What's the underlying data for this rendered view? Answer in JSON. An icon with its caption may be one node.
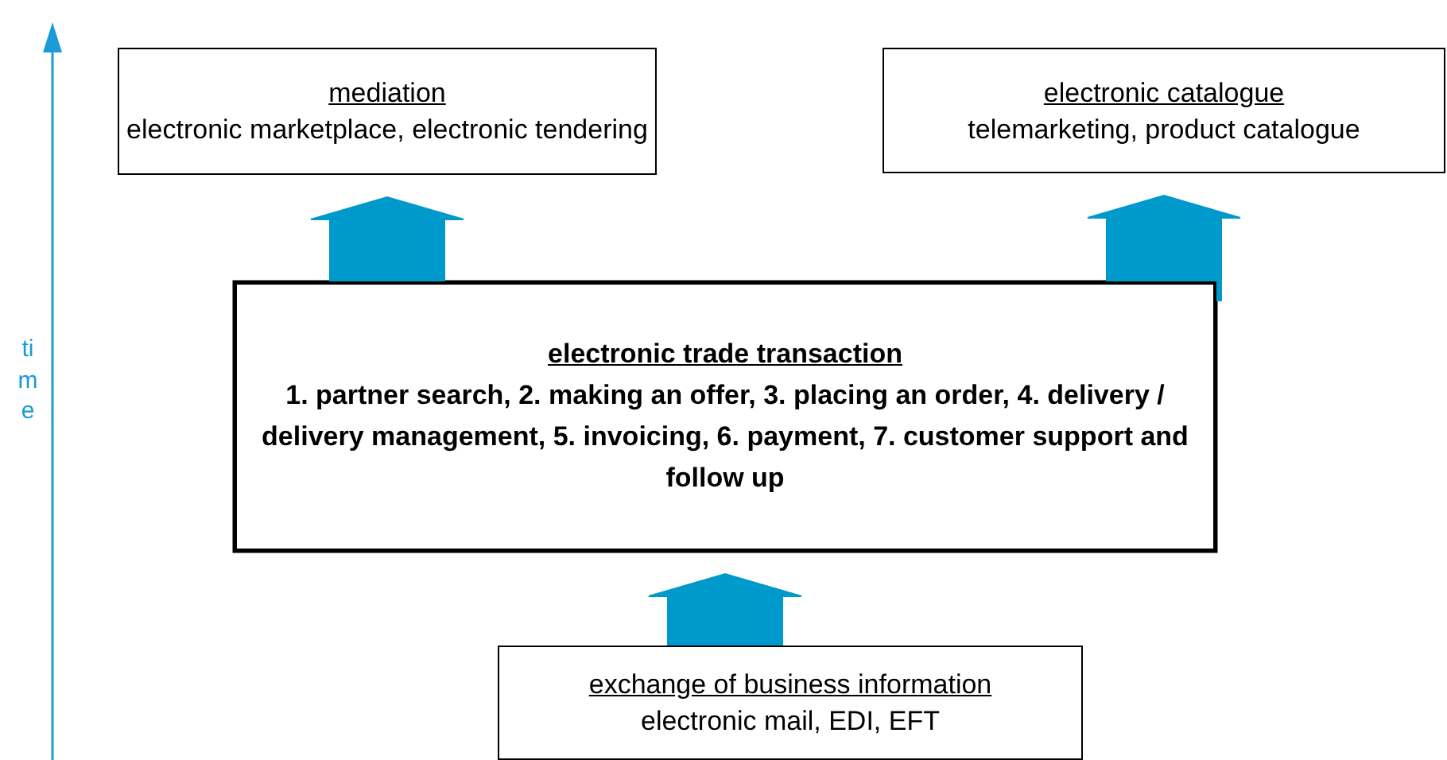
{
  "diagram": {
    "nodes": [
      {
        "text": [
          "mediation",
          "electronic marketplace, electronic tendering"
        ]
      },
      {
        "text": [
          "electronic catalogue",
          "telemarketing, product catalogue"
        ]
      },
      {
        "text": [
          "electronic trade transaction",
          "1. partner search, 2. making an offer, 3. placing an order, 4. delivery / delivery management, 5. invoicing, 6. payment, 7. customer support and follow up"
        ]
      },
      {
        "text": [
          "exchange of business information",
          "electronic mail, EDI, EFT"
        ]
      }
    ],
    "edges": [
      {
        "from": 3,
        "to": 2,
        "arrow": "to"
      },
      {
        "from": 2,
        "to": 0,
        "arrow": "to"
      },
      {
        "from": 2,
        "to": 1,
        "arrow": "to"
      }
    ],
    "labels": [
      "time"
    ]
  }
}
